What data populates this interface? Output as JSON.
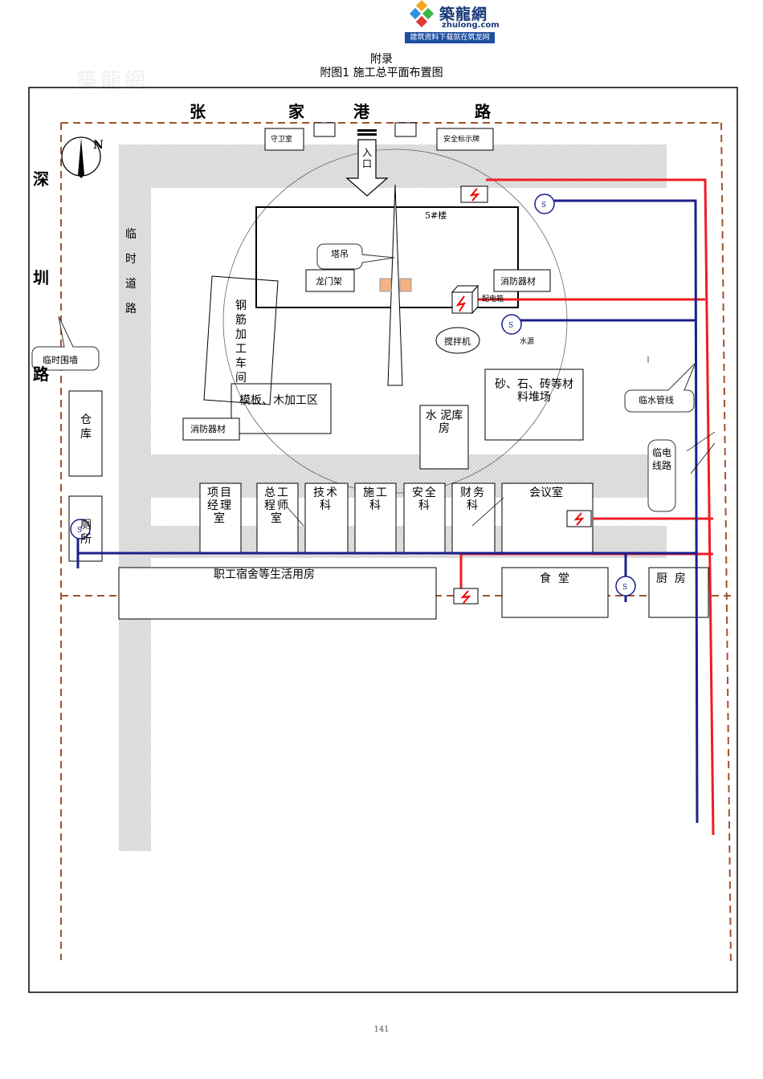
{
  "logo": {
    "name_cn": "築龍網",
    "name_en": "zhulong.com",
    "slogan": "建筑资料下载就在筑龙网"
  },
  "watermark": "築龍網",
  "header": {
    "appendix": "附录",
    "figure_title": "附图1  施工总平面布置图"
  },
  "roads": {
    "top_road": [
      "张",
      "家",
      "港",
      "路"
    ],
    "left_road": [
      "深",
      "圳",
      "路"
    ],
    "temp_road": "临时道路"
  },
  "compass": {
    "north": "N"
  },
  "labels": {
    "guard_room": "守卫室",
    "safety_sign": "安全标示牌",
    "entrance": "入口",
    "building": "5#楼",
    "tower_crane": "塔吊",
    "gantry": "龙门架",
    "fire_equipment_1": "消防器材",
    "fire_equipment_2": "消防器材",
    "distribution_box": "配电箱",
    "mixer": "搅拌机",
    "water_source": "水源",
    "rebar_shop": "钢筋加工车间",
    "formwork": "模板、木加工区",
    "temp_wall": "临时围墙",
    "water_pipe": "临水管线",
    "power_line": "临电线路",
    "materials_yard": "砂、石、砖等材料堆场",
    "cement_store": "水 泥库房",
    "warehouse": "仓库",
    "toilet": "厕所",
    "dormitory": "职工宿舍等生活用房",
    "canteen": "食  堂",
    "kitchen": "厨  房",
    "meeting_room": "会议室",
    "s_symbol": "S"
  },
  "offices": [
    "项目经理室",
    "总工程师室",
    "技术科",
    "施工科",
    "安全科",
    "财务科"
  ],
  "page_number": "141",
  "colors": {
    "power": "#ee1c24",
    "water": "#1c1f8a",
    "fence": "#a0522d",
    "road_fill": "#e3e3e3"
  }
}
